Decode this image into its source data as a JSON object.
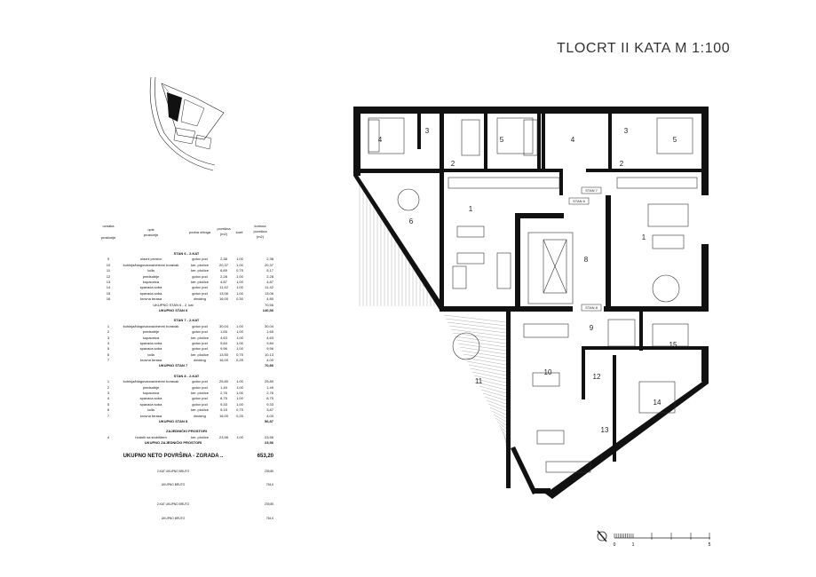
{
  "title": "TLOCRT II KATA M 1:100",
  "table": {
    "headers": {
      "oznaka": "oznaka",
      "prostorije": "prostorije",
      "opis": "opis",
      "prostorije2": "prostorije",
      "podna": "podna obloga",
      "povrsina": "površina",
      "povrsina_unit": "(m2)",
      "koef": "koef.",
      "korisna": "korisna",
      "korisna2": "površina",
      "korisna_unit": "(m2)"
    },
    "sections": [
      {
        "title": "STAN 6 - 2.KAT",
        "rows": [
          [
            "9",
            "ulazni prostor",
            "gotov pod",
            "2,38",
            "1,00",
            "2,38"
          ],
          [
            "10",
            "kuhinja/blagovaona/dnevni boravak",
            "ker. pločice",
            "20,37",
            "1,00",
            "20,37"
          ],
          [
            "11",
            "lođa",
            "ker. pločice",
            "6,89",
            "0,75",
            "5,17"
          ],
          [
            "12",
            "predsoblje",
            "gotov pod",
            "2,28",
            "1,00",
            "2,28"
          ],
          [
            "13",
            "kupaonica",
            "ker. pločice",
            "4,87",
            "1,00",
            "4,87"
          ],
          [
            "14",
            "spavaća soba",
            "gotov pod",
            "11,42",
            "1,00",
            "11,42"
          ],
          [
            "15",
            "spavaća soba",
            "gotov pod",
            "13,06",
            "1,00",
            "13,06"
          ],
          [
            "16",
            "krovna terasa",
            "decking",
            "16,00",
            "0,30",
            "4,80"
          ]
        ],
        "subtotal_label": "UKUPNO STAN 6 - 2. kat",
        "subtotal": "70,56",
        "total_label": "UKUPNO STAN 6",
        "total": "140,56"
      },
      {
        "title": "STAN 7 - 2.KAT",
        "rows": [
          [
            "1",
            "kuhinja/blagovaona/dnevni boravak",
            "gotov pod",
            "30,04",
            "1,00",
            "30,04"
          ],
          [
            "2",
            "predsoblje",
            "gotov pod",
            "1,65",
            "1,00",
            "1,65"
          ],
          [
            "3",
            "kupaonica",
            "ker. pločice",
            "4,63",
            "1,00",
            "4,63"
          ],
          [
            "4",
            "spavaća soba",
            "gotov pod",
            "9,84",
            "1,00",
            "9,84"
          ],
          [
            "5",
            "spavaća soba",
            "gotov pod",
            "9,96",
            "1,00",
            "9,96"
          ],
          [
            "6",
            "lođa",
            "ker. pločice",
            "13,50",
            "0,75",
            "10,13"
          ],
          [
            "7",
            "krovna terasa",
            "decking",
            "16,00",
            "0,25",
            "4,00"
          ]
        ],
        "total_label": "UKUPNO STAN 7",
        "total": "70,86"
      },
      {
        "title": "STAN 8 - 2.KAT",
        "rows": [
          [
            "1",
            "kuhinja/blagovaona/dnevni boravak",
            "gotov pod",
            "25,80",
            "1,00",
            "25,80"
          ],
          [
            "2",
            "predsoblje",
            "gotov pod",
            "1,49",
            "1,00",
            "1,49"
          ],
          [
            "3",
            "kupaonica",
            "ker. pločice",
            "2,76",
            "1,00",
            "2,76"
          ],
          [
            "4",
            "spavaća soba",
            "gotov pod",
            "8,75",
            "1,00",
            "8,75"
          ],
          [
            "5",
            "spavaća soba",
            "gotov pod",
            "9,33",
            "1,00",
            "9,33"
          ],
          [
            "6",
            "lođa",
            "ker. pločice",
            "5,15",
            "0,75",
            "3,87"
          ],
          [
            "7",
            "krovna terasa",
            "decking",
            "16,00",
            "0,25",
            "4,00"
          ]
        ],
        "total_label": "UKUPNO STAN 8",
        "total": "56,87"
      },
      {
        "title": "ZAJEDNIČKI PROSTORI",
        "rows": [
          [
            "4",
            "hodnik sa stubištem",
            "ker. pločice",
            "23,56",
            "1,00",
            "23,56"
          ]
        ],
        "total_label": "UKUPNO ZAJEDNIČKI PROSTORI",
        "total": "23,56"
      }
    ],
    "grand_label": "UKUPNO NETO POVRŠINA - ZGRADA ..",
    "grand_total": "653,20",
    "bruto": [
      {
        "label": "2.KAT UKUPNO BRUTO",
        "value": "239,85"
      },
      {
        "label": "UKUPNO BRUTO",
        "value": "754,6"
      },
      {
        "label": "2.KAT UKUPNO BRUTO",
        "value": "239,85"
      },
      {
        "label": "UKUPNO BRUTO",
        "value": "754,6"
      }
    ]
  },
  "plan": {
    "rooms": [
      "4",
      "3",
      "5",
      "4",
      "3",
      "5",
      "2",
      "2",
      "1",
      "6",
      "1",
      "8",
      "9",
      "15",
      "11",
      "10",
      "12",
      "14",
      "13"
    ],
    "tags": [
      "STAN 7",
      "STAN 6",
      "STAN 8"
    ]
  },
  "scale": {
    "ticks": [
      "0",
      "1",
      "5"
    ]
  }
}
